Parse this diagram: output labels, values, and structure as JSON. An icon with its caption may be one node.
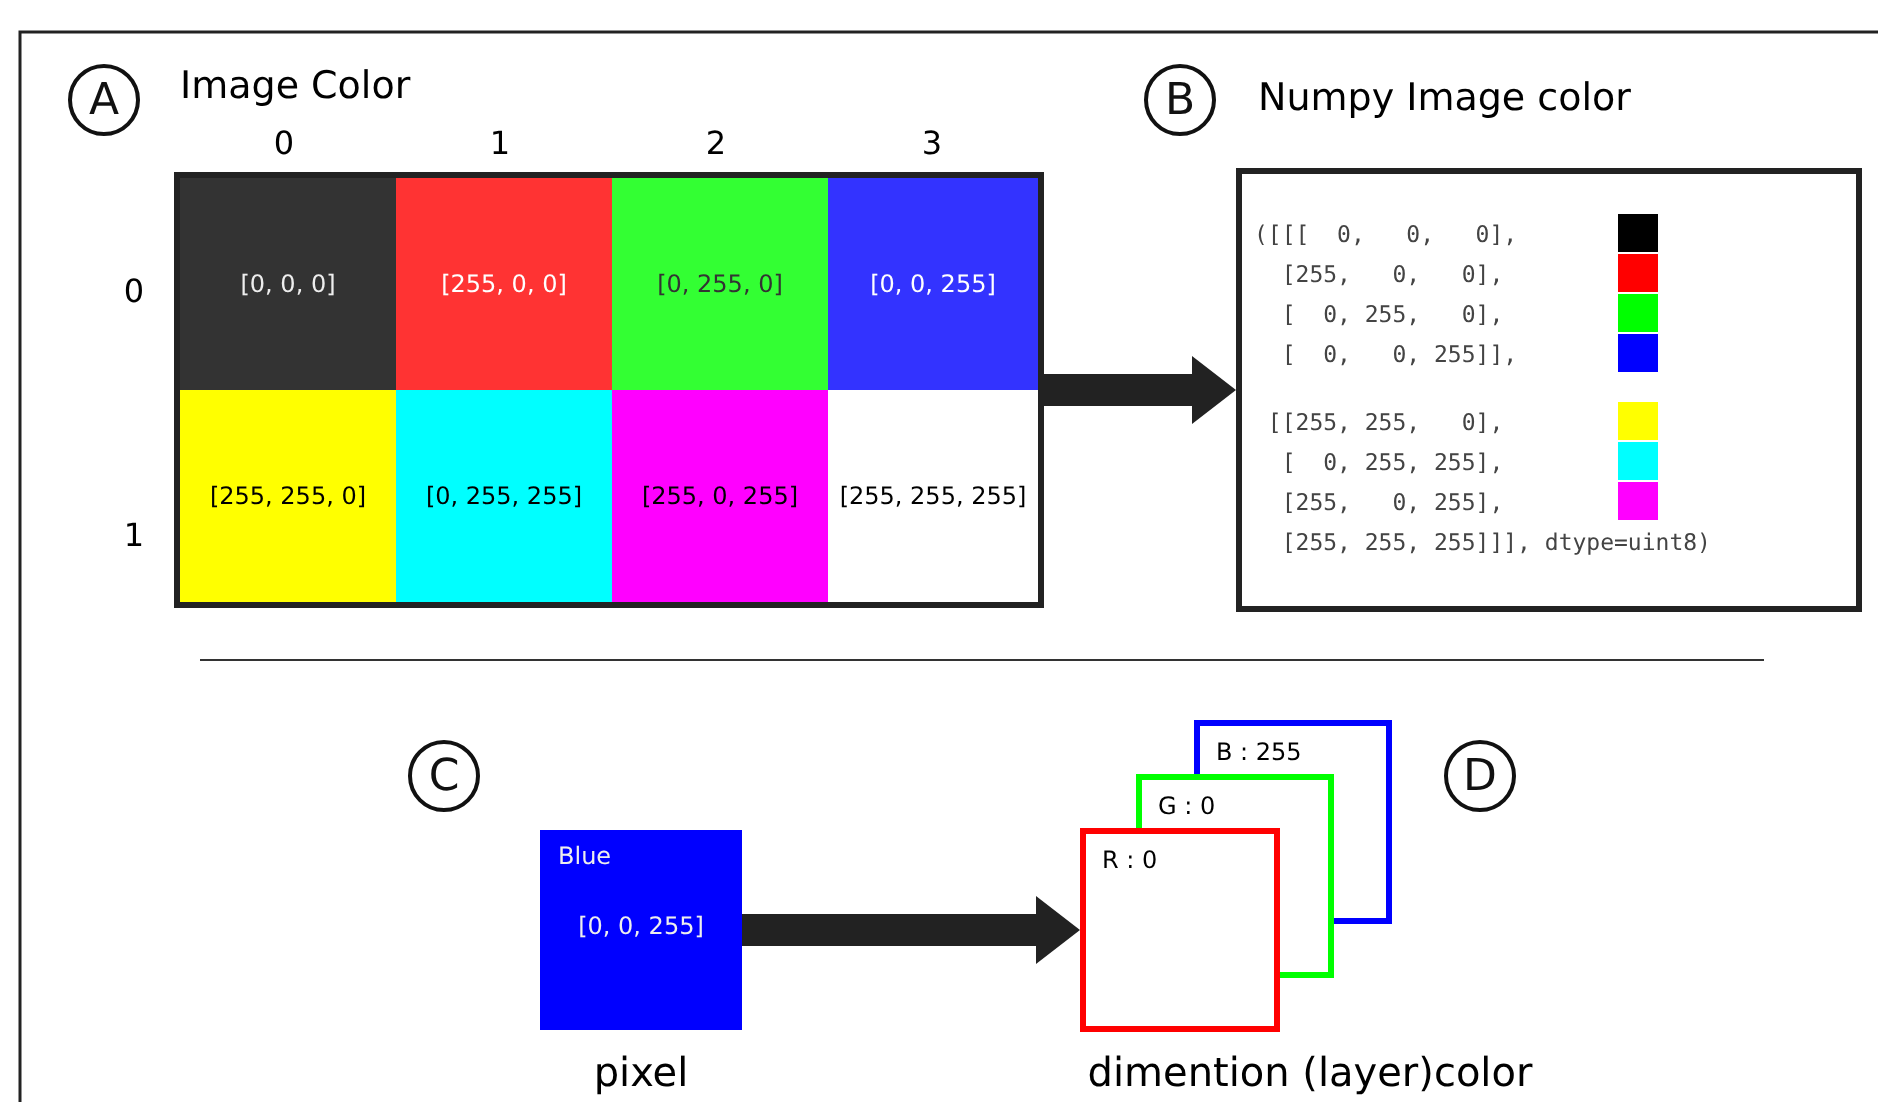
{
  "diagram": {
    "nodes": [
      {
        "text": [
          "A"
        ],
        "beside": [
          "Image Color"
        ]
      },
      {
        "text": [
          "B"
        ],
        "beside": [
          "Numpy Image color"
        ]
      },
      {
        "text": [],
        "shape": "box"
      },
      {
        "text": [
          "[0, 0, 0]"
        ],
        "in": 2
      },
      {
        "text": [
          "[255, 0, 0]"
        ],
        "in": 2
      },
      {
        "text": [
          "[0, 255, 0]"
        ],
        "in": 2
      },
      {
        "text": [
          "[0, 0, 255]"
        ],
        "in": 2
      },
      {
        "text": [
          "[255, 255, 0]"
        ],
        "in": 2
      },
      {
        "text": [
          "[0, 255, 255]"
        ],
        "in": 2
      },
      {
        "text": [
          "[255, 0, 255]"
        ],
        "in": 2
      },
      {
        "text": [
          "[255, 255, 255]"
        ],
        "in": 2
      },
      {
        "text": [
          "([[[  0,   0,   0],",
          "  [255,   0,   0],",
          "  [  0, 255,   0],",
          "  [  0,   0, 255]],",
          " [[255, 255,   0],",
          "  [  0, 255, 255],",
          "  [255,   0, 255],",
          "  [255, 255, 255]]], dtype=uint8)"
        ]
      },
      {
        "text": [
          "C"
        ]
      },
      {
        "text": [
          "Blue",
          "[0, 0, 255]"
        ],
        "beside": [
          "pixel"
        ]
      },
      {
        "text": [
          "D"
        ]
      },
      {
        "text": [
          "B : 255"
        ]
      },
      {
        "text": [
          "G : 0"
        ]
      },
      {
        "text": [
          "R : 0"
        ]
      }
    ],
    "edges": [
      {
        "from": 2,
        "to": 11,
        "arrow": "to"
      },
      {
        "from": 13,
        "to": 17,
        "arrow": "to"
      }
    ],
    "labels": [
      "0",
      "1",
      "2",
      "3",
      "0",
      "1",
      "dimention (layer)color"
    ]
  }
}
